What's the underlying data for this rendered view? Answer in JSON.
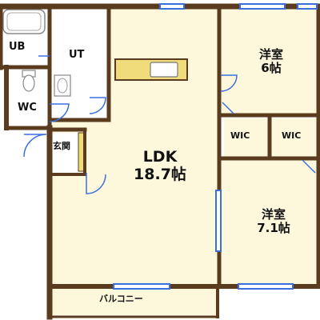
{
  "rooms": {
    "ub": {
      "name": "UB"
    },
    "ut": {
      "name": "UT"
    },
    "wc": {
      "name": "WC"
    },
    "entrance": {
      "name": "玄関"
    },
    "ldk": {
      "name": "LDK",
      "size": "18.7帖"
    },
    "room1": {
      "name": "洋室",
      "size": "6帖"
    },
    "room2": {
      "name": "洋室",
      "size": "7.1帖"
    },
    "wic1": {
      "name": "WIC"
    },
    "wic2": {
      "name": "WIC"
    },
    "balcony": {
      "name": "バルコニー"
    }
  },
  "colors": {
    "wall": "#5a3b1e",
    "floor": "#fdf8dc",
    "wetroom": "#ffffff",
    "kitchen": "#f0dc7a",
    "window": "#3a6fe0",
    "door": "#3a6fe0"
  }
}
